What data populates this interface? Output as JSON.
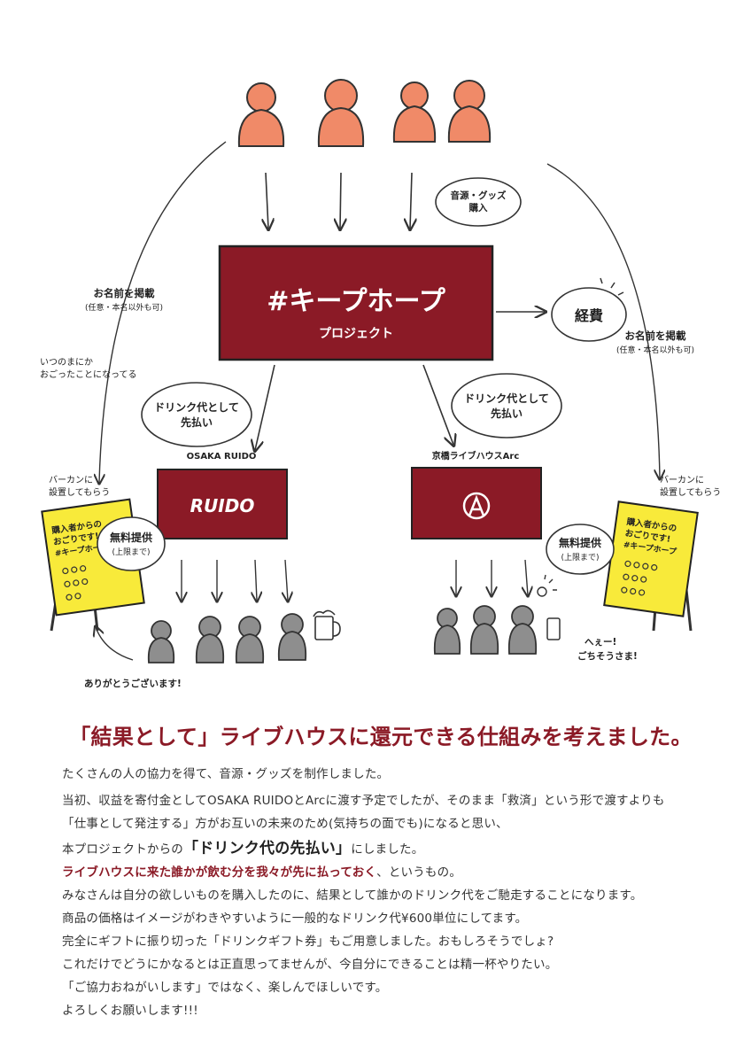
{
  "diagram": {
    "top_label": "音源・グッズ\n購入",
    "project": {
      "title": "#キープホープ",
      "subtitle": "プロジェクト"
    },
    "expense_label": "経費",
    "name_left": {
      "line1": "お名前を掲載",
      "line2": "(任意・本名以外も可)"
    },
    "name_right": {
      "line1": "お名前を掲載",
      "line2": "(任意・本名以外も可)"
    },
    "treated_note": {
      "line1": "いつのまにか",
      "line2": "おごったことになってる"
    },
    "prepay_left": {
      "line1": "ドリンク代として",
      "line2": "先払い"
    },
    "prepay_right": {
      "line1": "ドリンク代として",
      "line2": "先払い"
    },
    "venue_left": {
      "name": "OSAKA RUIDO",
      "logo": "RUIDO"
    },
    "venue_right": {
      "name": "京橋ライブハウスArc"
    },
    "bar_left": {
      "line1": "バーカンに",
      "line2": "設置してもらう"
    },
    "bar_right": {
      "line1": "バーカンに",
      "line2": "設置してもらう"
    },
    "sign_left": {
      "line1": "購入者からの",
      "line2": "おごりです!",
      "line3": "#キープホープ"
    },
    "sign_right": {
      "line1": "購入者からの",
      "line2": "おごりです!",
      "line3": "#キープホープ"
    },
    "free_left": {
      "line1": "無料提供",
      "line2": "(上限まで)"
    },
    "free_right": {
      "line1": "無料提供",
      "line2": "(上限まで)"
    },
    "thanks_left": "ありがとうございます!",
    "thanks_right": {
      "line1": "へぇー!",
      "line2": "ごちそうさま!"
    }
  },
  "headline": "「結果として」ライブハウスに還元できる仕組みを考えました。",
  "body": {
    "p1": "たくさんの人の協力を得て、音源・グッズを制作しました。",
    "p2": "当初、収益を寄付金としてOSAKA RUIDOとArcに渡す予定でしたが、そのまま「救済」という形で渡すよりも",
    "p3": "「仕事として発注する」方がお互いの未来のため(気持ちの面でも)になると思い、",
    "p4a": "本プロジェクトからの",
    "p4b": "「ドリンク代の先払い」",
    "p4c": "にしました。",
    "p5a": "ライブハウスに来た誰かが飲む分を我々が先に払っておく",
    "p5b": "、というもの。",
    "p6": "みなさんは自分の欲しいものを購入したのに、結果として誰かのドリンク代をご馳走することになります。",
    "p7": "商品の価格はイメージがわきやすいように一般的なドリンク代¥600単位にしてます。",
    "p8": "完全にギフトに振り切った「ドリンクギフト券」もご用意しました。おもしろそうでしょ?",
    "p9": "これだけでどうにかなるとは正直思ってませんが、今自分にできることは精一杯やりたい。",
    "p10": "「ご協力おねがいします」ではなく、楽しんでほしいです。",
    "p11": "よろしくお願いします!!!"
  },
  "colors": {
    "maroon": "#8b1a26",
    "orange": "#f08a68",
    "yellow": "#f8ea3a",
    "gray": "#8e8e8e"
  }
}
